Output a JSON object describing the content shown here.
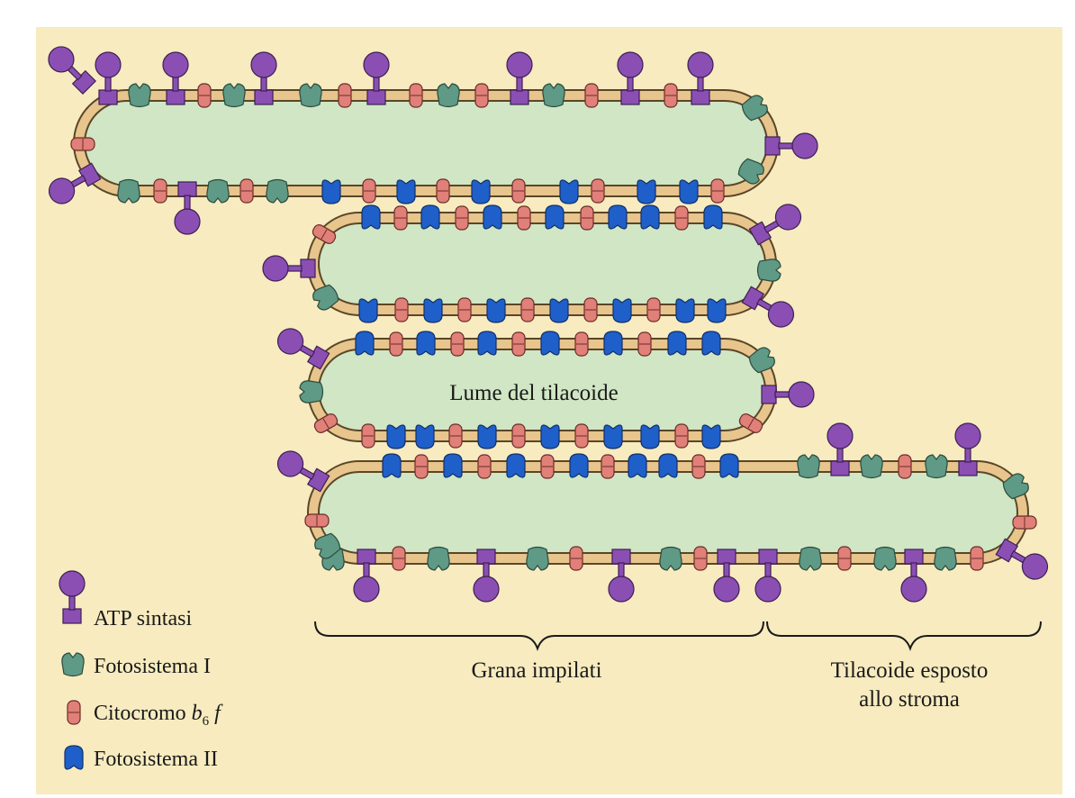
{
  "lumen_label": "Lume del tilacoide",
  "brackets": {
    "grana_label": "Grana impilati",
    "stroma_label_line1": "Tilacoide esposto",
    "stroma_label_line2": "allo stroma"
  },
  "legend": {
    "atp": "ATP sintasi",
    "ps1": "Fotosistema I",
    "cyt_prefix": "Citocromo ",
    "cyt_b": "b",
    "cyt_sub": "6",
    "cyt_f": " f",
    "ps2": "Fotosistema II"
  },
  "colors": {
    "membrane": "#e7c58c",
    "membrane_edge": "#5a4628",
    "lumen": "#d0e6c4",
    "atp_synthase": "#8b4fb3",
    "photosystem_1": "#5e9a86",
    "cytochrome": "#e08078",
    "photosystem_2": "#1f5fc9"
  }
}
